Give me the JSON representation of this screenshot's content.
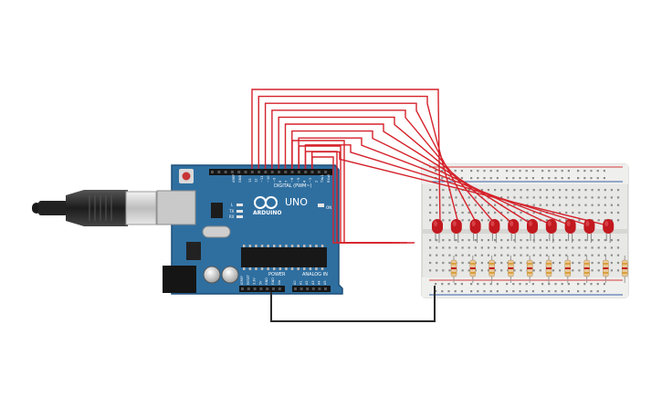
{
  "board": {
    "name": "UNO",
    "brand": "ARDUINO",
    "digital_label": "DIGITAL (PWM~)",
    "power_label": "POWER",
    "analog_label": "ANALOG IN",
    "aref": "AREF",
    "gnd": "GND",
    "on_label": "ON",
    "l_label": "L",
    "tx_label": "TX",
    "rx_label": "RX",
    "digital_pins": [
      "13",
      "12",
      "~11",
      "~10",
      "~9",
      "8",
      "7",
      "~6",
      "~5",
      "4",
      "~3",
      "2",
      "TX▸1",
      "RX◂0"
    ],
    "power_pins": [
      "IOREF",
      "RESET",
      "3.3V",
      "5V",
      "GND",
      "GND",
      "Vin"
    ],
    "analog_pins": [
      "A0",
      "A1",
      "A2",
      "A3",
      "A4",
      "A5"
    ]
  },
  "breadboard": {
    "columns": 30,
    "led_count": 10,
    "resistor_count": 10
  },
  "colors": {
    "board": "#2f6fa0",
    "board_dark": "#1e4f78",
    "wire_red": "#d5222b",
    "wire_black": "#2a2a2a",
    "led": "#c2181f",
    "breadboard": "#e8e8e6",
    "rail_red": "#d23b3b",
    "rail_blue": "#3a5fa8"
  }
}
